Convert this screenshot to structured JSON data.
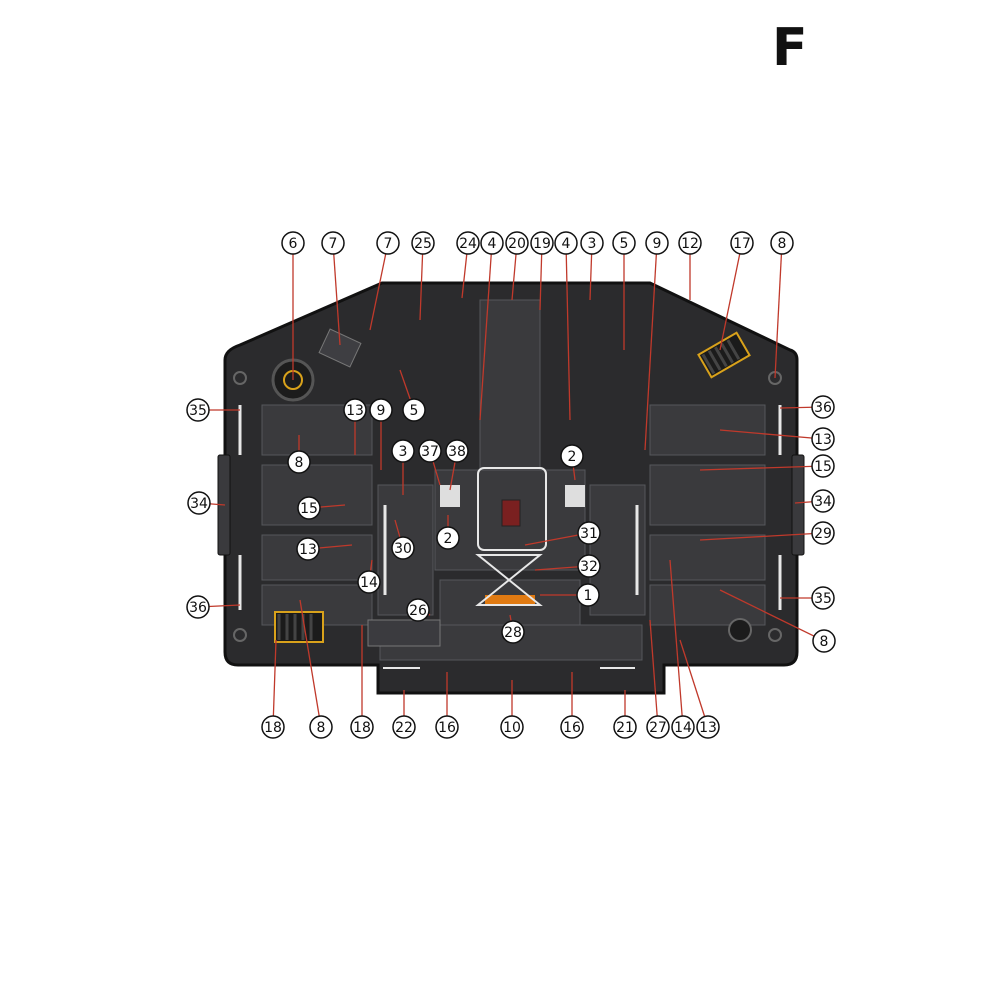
{
  "sheet_letter": "F",
  "callouts": [
    {
      "n": "6"
    },
    {
      "n": "7"
    },
    {
      "n": "7"
    },
    {
      "n": "25"
    },
    {
      "n": "24"
    },
    {
      "n": "4"
    },
    {
      "n": "20"
    },
    {
      "n": "19"
    },
    {
      "n": "4"
    },
    {
      "n": "3"
    },
    {
      "n": "5"
    },
    {
      "n": "9"
    },
    {
      "n": "12"
    },
    {
      "n": "17"
    },
    {
      "n": "8"
    },
    {
      "n": "35"
    },
    {
      "n": "13"
    },
    {
      "n": "9"
    },
    {
      "n": "5"
    },
    {
      "n": "8"
    },
    {
      "n": "3"
    },
    {
      "n": "37"
    },
    {
      "n": "38"
    },
    {
      "n": "2"
    },
    {
      "n": "34"
    },
    {
      "n": "15"
    },
    {
      "n": "30"
    },
    {
      "n": "2"
    },
    {
      "n": "31"
    },
    {
      "n": "13"
    },
    {
      "n": "32"
    },
    {
      "n": "14"
    },
    {
      "n": "1"
    },
    {
      "n": "36"
    },
    {
      "n": "26"
    },
    {
      "n": "28"
    },
    {
      "n": "36"
    },
    {
      "n": "13"
    },
    {
      "n": "15"
    },
    {
      "n": "34"
    },
    {
      "n": "29"
    },
    {
      "n": "35"
    },
    {
      "n": "8"
    },
    {
      "n": "18"
    },
    {
      "n": "8"
    },
    {
      "n": "18"
    },
    {
      "n": "22"
    },
    {
      "n": "16"
    },
    {
      "n": "10"
    },
    {
      "n": "16"
    },
    {
      "n": "21"
    },
    {
      "n": "27"
    },
    {
      "n": "14"
    },
    {
      "n": "13"
    }
  ],
  "colors": {
    "base_fill": "#2b2b2d",
    "base_outline": "#111111",
    "panel_fill": "#3a3a3d",
    "panel_line": "#55575b",
    "leader_line": "#c0392b",
    "hazard_yellow": "#d9a21b",
    "hazard_orange": "#e07a12",
    "marking_white": "#e8e8e8",
    "callout_stroke": "#111111"
  }
}
